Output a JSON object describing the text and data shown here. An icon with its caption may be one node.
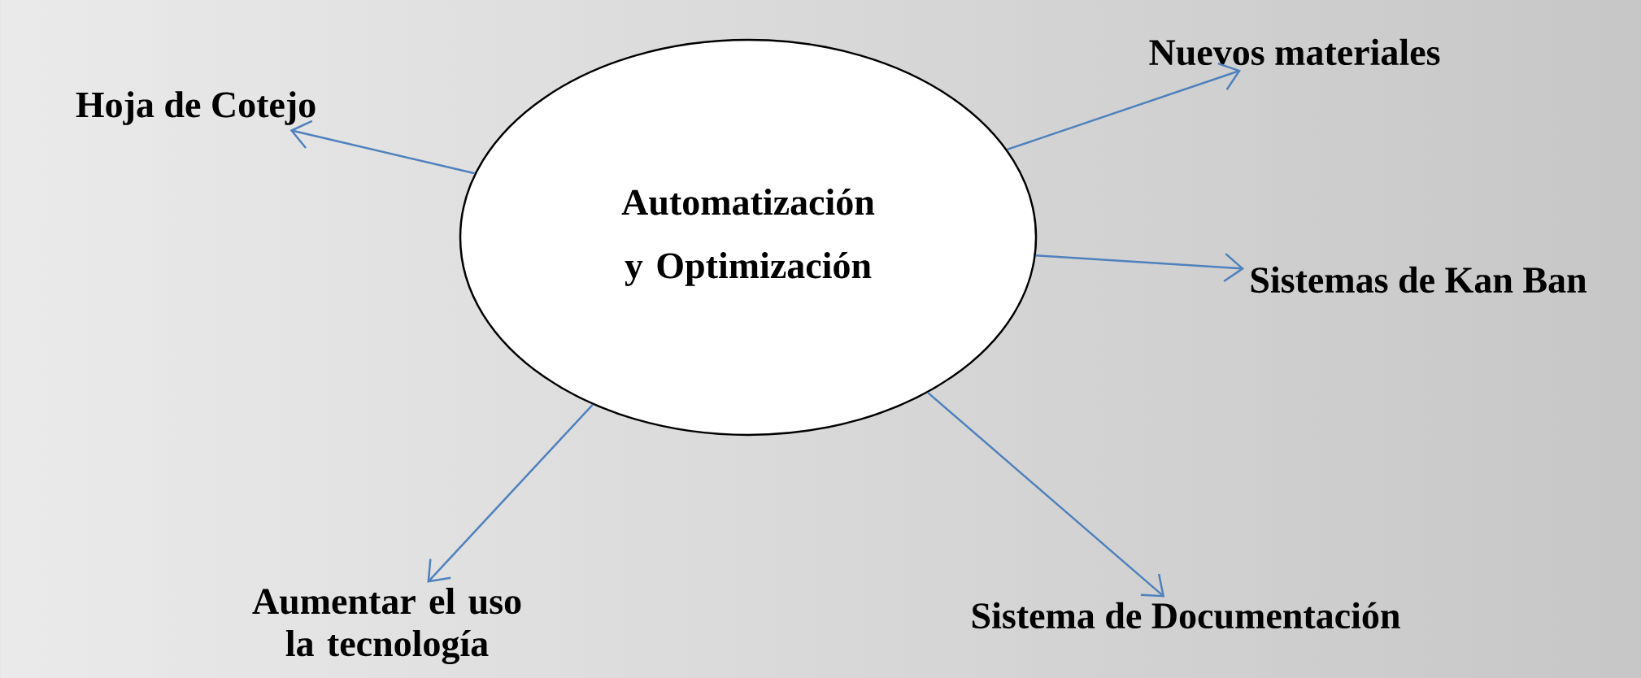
{
  "diagram": {
    "nodes": [
      {
        "text": [
          "Automatización y Optimización"
        ]
      },
      {
        "text": [
          "Hoja de Cotejo"
        ]
      },
      {
        "text": [
          "Nuevos materiales"
        ]
      },
      {
        "text": [
          "Sistemas de Kan Ban"
        ]
      },
      {
        "text": [
          "Aumentar el uso la tecnología"
        ]
      },
      {
        "text": [
          "Sistema de Documentación"
        ]
      }
    ],
    "edges": [
      {
        "from": 0,
        "to": 1,
        "arrow": "to"
      },
      {
        "from": 0,
        "to": 2,
        "arrow": "to"
      },
      {
        "from": 0,
        "to": 3,
        "arrow": "to"
      },
      {
        "from": 0,
        "to": 4,
        "arrow": "to"
      },
      {
        "from": 0,
        "to": 5,
        "arrow": "to"
      }
    ]
  }
}
